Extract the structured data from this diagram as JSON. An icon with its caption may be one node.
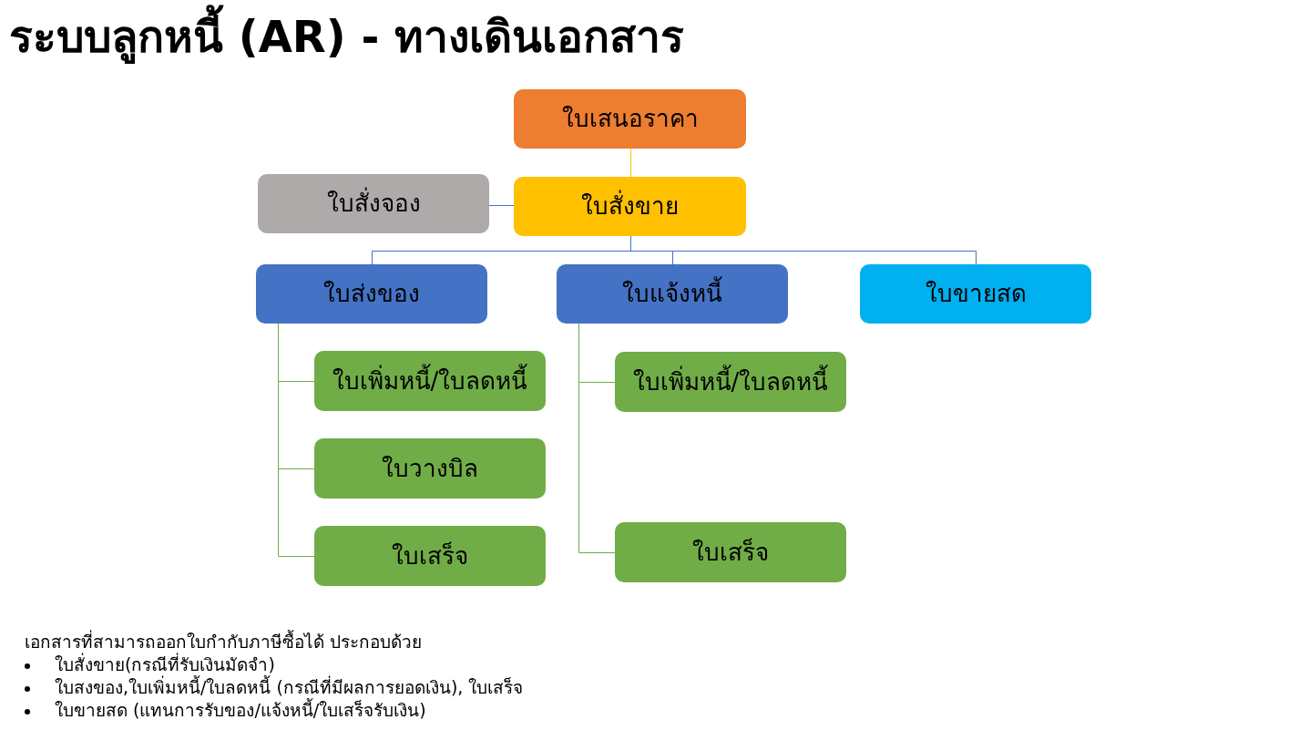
{
  "diagram": {
    "title": "ระบบลูกหนี้ (AR) - ทางเดินเอกสาร",
    "nodes": [
      {
        "text": [
          "ใบเสนอราคา"
        ]
      },
      {
        "text": [
          "ใบสั่งจอง"
        ]
      },
      {
        "text": [
          "ใบสั่งขาย"
        ]
      },
      {
        "text": [
          "ใบส่งของ"
        ]
      },
      {
        "text": [
          "ใบแจ้งหนี้"
        ]
      },
      {
        "text": [
          "ใบขายสด"
        ]
      },
      {
        "text": [
          "ใบเพิ่มหนี้/ใบลดหนี้"
        ]
      },
      {
        "text": [
          "ใบวางบิล"
        ]
      },
      {
        "text": [
          "ใบเสร็จ"
        ]
      },
      {
        "text": [
          "ใบเพิ่มหนี้/ใบลดหนี้"
        ]
      },
      {
        "text": [
          "ใบเสร็จ"
        ]
      }
    ],
    "edges": [
      {
        "from": 0,
        "to": 2,
        "arrow": "none",
        "color": "#ffc000"
      },
      {
        "from": 2,
        "to": 1,
        "arrow": "none",
        "color": "#4472c4"
      },
      {
        "from": 2,
        "to": 3,
        "arrow": "none",
        "color": "#4472c4"
      },
      {
        "from": 2,
        "to": 4,
        "arrow": "none",
        "color": "#4472c4"
      },
      {
        "from": 2,
        "to": 5,
        "arrow": "none",
        "color": "#4472c4"
      },
      {
        "from": 3,
        "to": 6,
        "arrow": "none"
      },
      {
        "from": 3,
        "to": 7,
        "arrow": "none"
      },
      {
        "from": 3,
        "to": 8,
        "arrow": "none"
      },
      {
        "from": 4,
        "to": 9,
        "arrow": "none"
      },
      {
        "from": 4,
        "to": 10,
        "arrow": "none"
      }
    ],
    "labels": [
      "เอกสารที่สามารถออกใบกำกับภาษีซื้อได้ ประกอบด้วย",
      "ใบสั่งขาย(กรณีที่รับเงินมัดจำ)",
      "ใบสงของ,ใบเพิ่มหนี้/ใบลดหนี้ (กรณีที่มีผลการยอดเงิน), ใบเสร็จ",
      "ใบขายสด (แทนการรับของ/แจ้งหนี้/ใบเสร็จรับเงิน)"
    ]
  }
}
